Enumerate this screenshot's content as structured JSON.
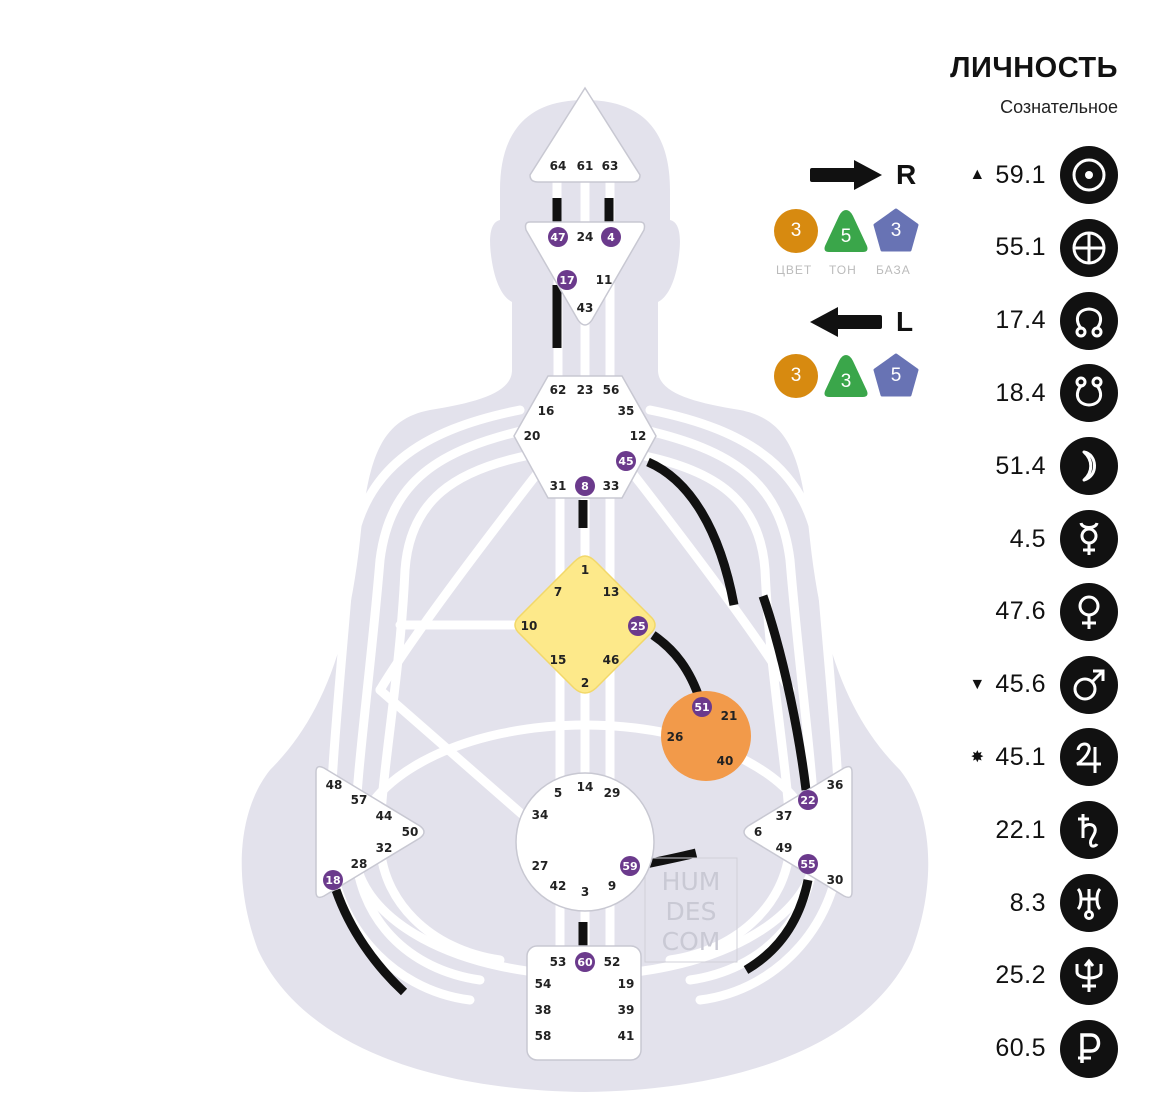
{
  "colors": {
    "body": "#e3e2ec",
    "channel": "#ffffff",
    "channel_active": "#111111",
    "gate_active": "#6b3a8c",
    "center_plain": "#ffffff",
    "center_g": "#fde98a",
    "center_ego": "#f29a4a",
    "badge_color": "#d78a10",
    "badge_tone": "#3aa64a",
    "badge_base": "#6873b4"
  },
  "watermark": [
    "HUM",
    "DES",
    "COM"
  ],
  "centers": {
    "head": {
      "gates": [
        "64",
        "61",
        "63"
      ],
      "active": []
    },
    "ajna": {
      "gates": [
        "47",
        "24",
        "4",
        "17",
        "11",
        "43"
      ],
      "active": [
        "47",
        "4",
        "17"
      ]
    },
    "throat": {
      "gates": [
        "62",
        "23",
        "56",
        "16",
        "35",
        "20",
        "12",
        "45",
        "31",
        "8",
        "33"
      ],
      "active": [
        "45",
        "8"
      ]
    },
    "g": {
      "gates": [
        "1",
        "7",
        "13",
        "10",
        "25",
        "15",
        "46",
        "2"
      ],
      "active": [
        "25"
      ]
    },
    "ego": {
      "gates": [
        "51",
        "21",
        "26",
        "40"
      ],
      "active": [
        "51"
      ]
    },
    "spleen": {
      "gates": [
        "48",
        "57",
        "44",
        "50",
        "32",
        "28",
        "18"
      ],
      "active": [
        "18"
      ]
    },
    "sacral": {
      "gates": [
        "5",
        "14",
        "29",
        "34",
        "27",
        "59",
        "42",
        "3",
        "9"
      ],
      "active": [
        "59"
      ]
    },
    "solar": {
      "gates": [
        "36",
        "22",
        "37",
        "6",
        "49",
        "55",
        "30"
      ],
      "active": [
        "22",
        "55"
      ]
    },
    "root": {
      "gates": [
        "53",
        "60",
        "52",
        "54",
        "19",
        "38",
        "39",
        "58",
        "41"
      ],
      "active": [
        "60"
      ]
    }
  },
  "arrows": {
    "right": {
      "direction": "right-arrow-icon",
      "letter": "R",
      "badges": [
        "3",
        "5",
        "3"
      ]
    },
    "left": {
      "direction": "left-arrow-icon",
      "letter": "L",
      "badges": [
        "3",
        "3",
        "5"
      ]
    },
    "badge_labels": [
      "ЦВЕТ",
      "ТОН",
      "БАЗА"
    ]
  },
  "panel": {
    "title": "ЛИЧНОСТЬ",
    "subtitle": "Сознательное",
    "planets": [
      {
        "value": "59.1",
        "icon": "sun-icon",
        "marker": "▲"
      },
      {
        "value": "55.1",
        "icon": "earth-icon",
        "marker": ""
      },
      {
        "value": "17.4",
        "icon": "north-node-icon",
        "marker": ""
      },
      {
        "value": "18.4",
        "icon": "south-node-icon",
        "marker": ""
      },
      {
        "value": "51.4",
        "icon": "moon-icon",
        "marker": ""
      },
      {
        "value": "4.5",
        "icon": "mercury-icon",
        "marker": ""
      },
      {
        "value": "47.6",
        "icon": "venus-icon",
        "marker": ""
      },
      {
        "value": "45.6",
        "icon": "mars-icon",
        "marker": "▼"
      },
      {
        "value": "45.1",
        "icon": "jupiter-icon",
        "marker": "✸"
      },
      {
        "value": "22.1",
        "icon": "saturn-icon",
        "marker": ""
      },
      {
        "value": "8.3",
        "icon": "uranus-icon",
        "marker": ""
      },
      {
        "value": "25.2",
        "icon": "neptune-icon",
        "marker": ""
      },
      {
        "value": "60.5",
        "icon": "pluto-icon",
        "marker": ""
      }
    ]
  }
}
